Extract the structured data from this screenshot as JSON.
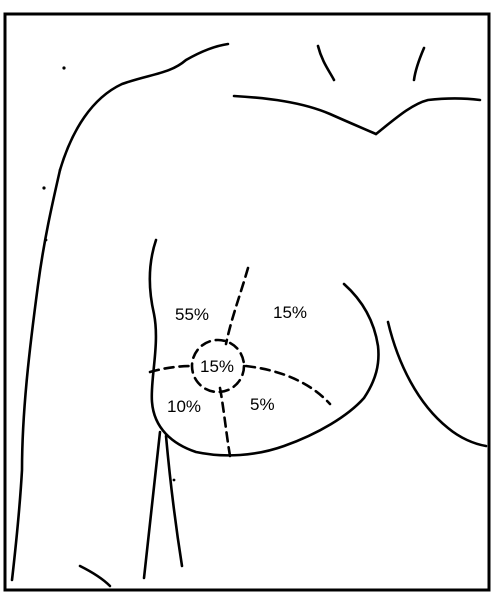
{
  "figure": {
    "regions": [
      {
        "id": "upper-outer",
        "label": "55%"
      },
      {
        "id": "upper-inner",
        "label": "15%"
      },
      {
        "id": "central",
        "label": "15%"
      },
      {
        "id": "lower-outer",
        "label": "10%"
      },
      {
        "id": "lower-inner",
        "label": "5%"
      }
    ]
  }
}
